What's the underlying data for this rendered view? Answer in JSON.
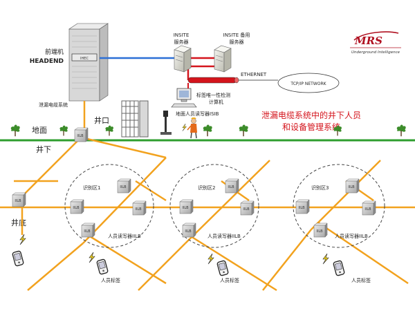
{
  "headend": {
    "name_cn": "前端机",
    "name_en": "HEADEND",
    "panel_label": "IHEC",
    "cable_label": "泄漏电缆系统"
  },
  "servers": {
    "primary": {
      "line1": "INSITE",
      "line2": "服务器"
    },
    "backup": {
      "line1": "INSITE 备用",
      "line2": "服务器"
    }
  },
  "network": {
    "ethernet_label": "ETHERNET",
    "tcpip_label": "TCP/IP NETWORK"
  },
  "detection_pc": {
    "line1": "标签唯一性检测",
    "line2": "计算机"
  },
  "surface_reader_label": "地面人员读写器ISIB",
  "well_mouth_label": "井口",
  "ground_label": "地面",
  "underground_label": "井下",
  "shaft_bottom_label": "井底",
  "logo": {
    "brand": "MRS",
    "tagline": "Underground Intelligence"
  },
  "title": {
    "line1": "泄漏电缆系统中的井下人员",
    "line2": "和设备管理系统"
  },
  "node_label": "IILB",
  "zones": [
    {
      "label": "识别区1",
      "reader_label": "人员读写器IILB",
      "tag_label": "人员标签"
    },
    {
      "label": "识别区2",
      "reader_label": "人员读写器IILB",
      "tag_label": "人员标签"
    },
    {
      "label": "识别区3",
      "reader_label": "人员读写器IILB",
      "tag_label": "人员标签"
    }
  ],
  "colors": {
    "cable": "#f2a21e",
    "ground": "#2e9e2e",
    "link_blue": "#2b6fd6",
    "link_red": "#d4141c",
    "title": "#d4141c"
  },
  "icons": {
    "tree": "tree-icon",
    "server": "server-icon",
    "computer": "computer-icon",
    "turnstile": "turnstile-icon",
    "reader": "card-reader-icon",
    "worker": "worker-icon",
    "phone": "tag-device-icon",
    "lightning": "lightning-icon"
  }
}
